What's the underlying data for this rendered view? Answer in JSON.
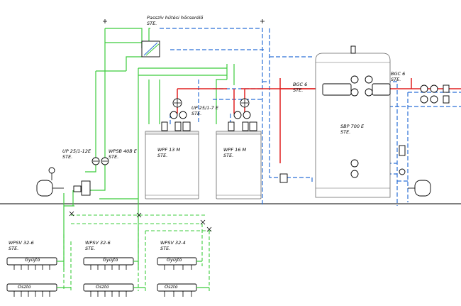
{
  "labels": {
    "heat_exchanger": "Passzív hűtési hőcserélő",
    "heat_exchanger_sub": "STE.",
    "pump_up25_12": "UP 25/1-12E",
    "pump_up25_12_sub": "STE.",
    "wpsb": "WPSB 40B E",
    "wpsb_sub": "STE.",
    "pump_up25_7": "UP 25/1-7 E",
    "pump_up25_7_sub": "STE.",
    "wpf13": "WPF 13 M",
    "wpf13_sub": "STE.",
    "wpf16": "WPF 16 M",
    "wpf16_sub": "STE.",
    "bgc_left": "BGC 6",
    "bgc_left_sub": "STE.",
    "bgc_right": "BGC 6",
    "bgc_right_sub": "STE.",
    "sbp": "SBP 700 E",
    "sbp_sub": "STE.",
    "wpsv1": "WPSV 32-6",
    "wpsv1_sub": "STE.",
    "wpsv2": "WPSV 32-6",
    "wpsv2_sub": "STE.",
    "wpsv3": "WPSV 32-4",
    "wpsv3_sub": "STE.",
    "gyujto1": "Gyűjtő",
    "gyujto2": "Gyűjtő",
    "gyujto3": "Gyűjtő",
    "oszto1": "Osztó",
    "oszto2": "Osztó",
    "oszto3": "Osztó"
  },
  "colors": {
    "brine": "#3ccc3c",
    "heating_return": "#2a6fd6",
    "hot_water": "#e02020"
  }
}
